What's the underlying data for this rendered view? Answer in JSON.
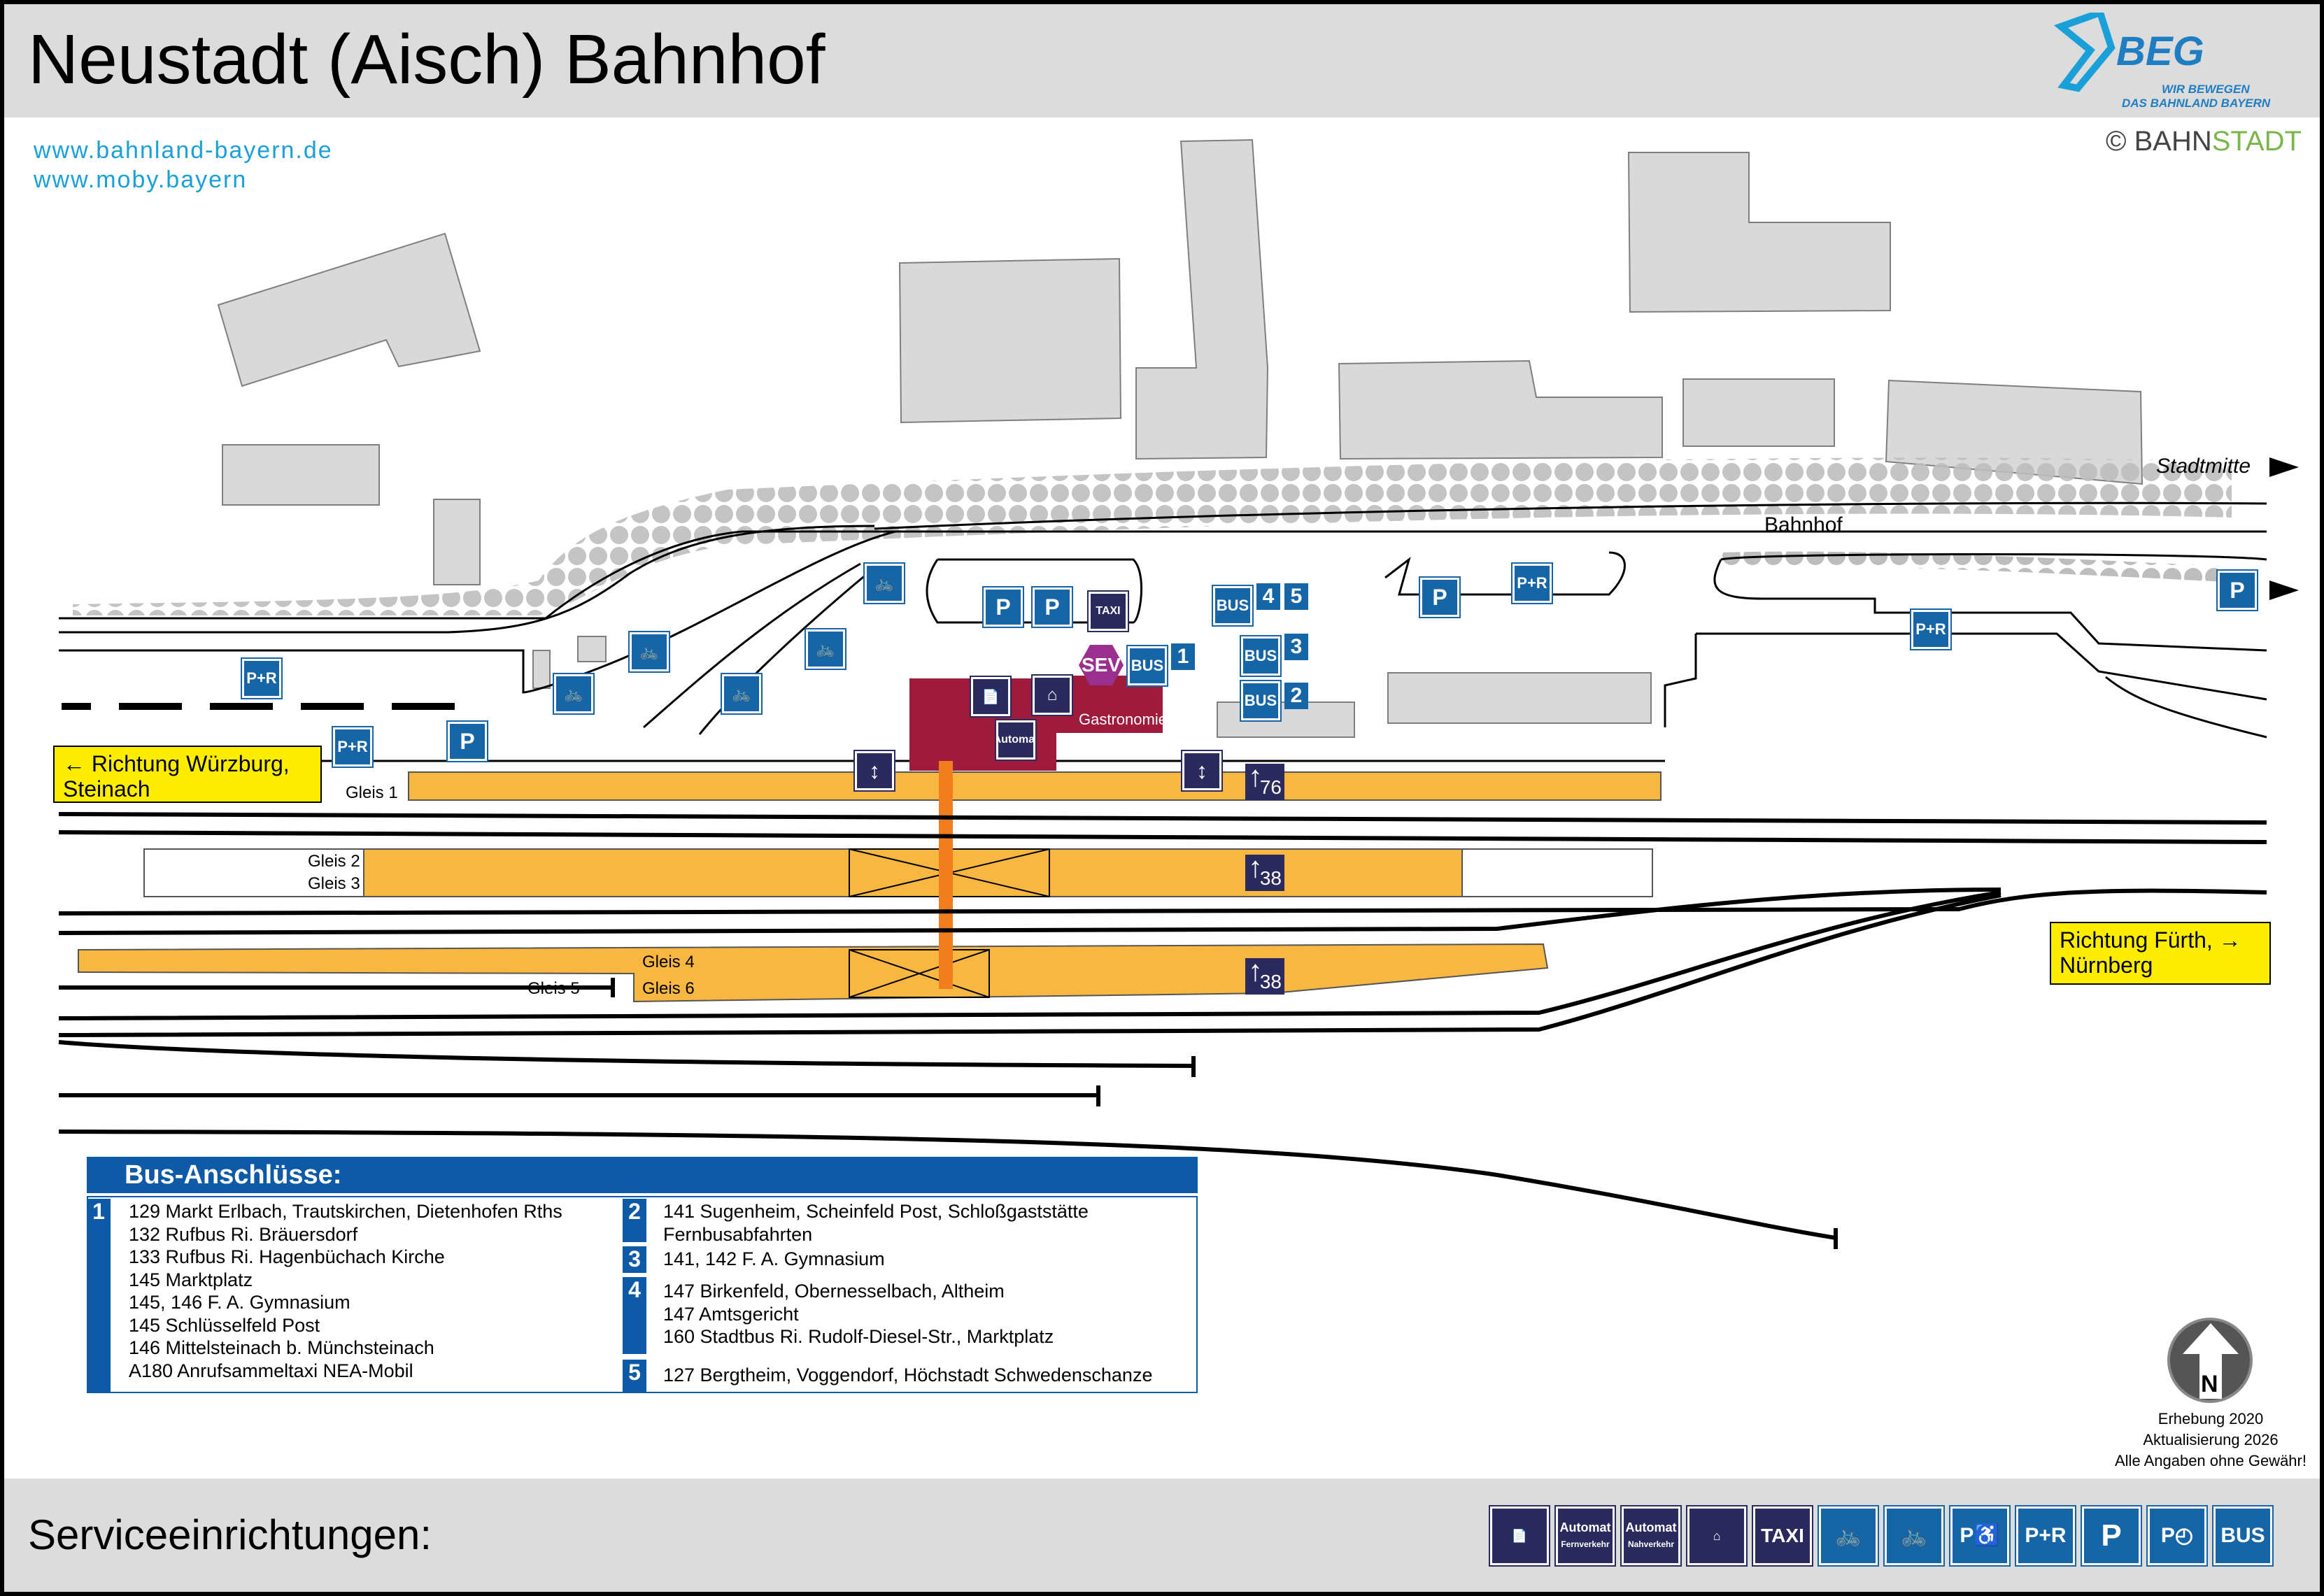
{
  "title": "Neustadt (Aisch) Bahnhof",
  "links": [
    "www.bahnland-bayern.de",
    "www.moby.bayern"
  ],
  "logo": {
    "name": "BEG",
    "tagline1": "WIR BEWEGEN",
    "tagline2": "DAS BAHNLAND BAYERN"
  },
  "copyright": {
    "symbol": "©",
    "bahn": "BAHN",
    "stadt": "STADT"
  },
  "map": {
    "streets": {
      "stadtmitte": "Stadtmitte",
      "bahnhof": "Bahnhof"
    },
    "directions": {
      "west": [
        "Richtung Würzburg,",
        "Steinach"
      ],
      "east": [
        "Richtung Fürth,",
        "Nürnberg"
      ]
    },
    "tracks": {
      "gleis1": "Gleis 1",
      "gleis2": "Gleis 2",
      "gleis3": "Gleis 3",
      "gleis4": "Gleis 4",
      "gleis5": "Gleis 5",
      "gleis6": "Gleis 6"
    },
    "platform_numbers": [
      "76",
      "38",
      "38"
    ],
    "icons": {
      "park_ride": "P+R",
      "parking": "P",
      "taxi": "TAXI",
      "bus": "BUS",
      "sev": "SEV",
      "bus_stops": [
        "1",
        "2",
        "3",
        "4",
        "5"
      ],
      "automat": "Automat"
    },
    "gastronomie": "Gastronomie"
  },
  "bus_connections": {
    "title": "Bus-Anschlüsse:",
    "stops": [
      {
        "id": "1",
        "lines": [
          "129 Markt Erlbach, Trautskirchen, Dietenhofen Rths",
          "132 Rufbus Ri. Bräuersdorf",
          "133 Rufbus Ri. Hagenbüchach Kirche",
          "145 Marktplatz",
          "145, 146 F. A. Gymnasium",
          "145 Schlüsselfeld Post",
          "146 Mittelsteinach b. Münchsteinach",
          "A180 Anrufsammeltaxi NEA-Mobil"
        ]
      },
      {
        "id": "2",
        "lines": [
          "141 Sugenheim, Scheinfeld Post, Schloßgaststätte",
          "Fernbusabfahrten"
        ]
      },
      {
        "id": "3",
        "lines": [
          "141, 142 F. A. Gymnasium"
        ]
      },
      {
        "id": "4",
        "lines": [
          "147 Birkenfeld, Obernesselbach, Altheim",
          "147 Amtsgericht",
          "160 Stadtbus Ri. Rudolf-Diesel-Str., Marktplatz"
        ]
      },
      {
        "id": "5",
        "lines": [
          "127 Bergtheim, Voggendorf, Höchstadt Schwedenschanze"
        ]
      }
    ]
  },
  "notes": [
    "Erhebung 2020",
    "Aktualisierung 2026",
    "Alle Angaben ohne Gewähr!"
  ],
  "north": "N",
  "footer": {
    "label": "Serviceeinrichtungen:",
    "legend": [
      "Automat",
      "Fernverkehr",
      "Automat",
      "Nahverkehr",
      "TAXI",
      "P+R",
      "P",
      "BUS"
    ]
  },
  "colors": {
    "platform": "#f7b741",
    "building": "#d9d9d9",
    "station": "#9e1b3c",
    "icon_blue": "#1665a6",
    "icon_dark": "#2b2a5e",
    "underpass": "#f07d1e",
    "direction_box": "#ffed00"
  }
}
